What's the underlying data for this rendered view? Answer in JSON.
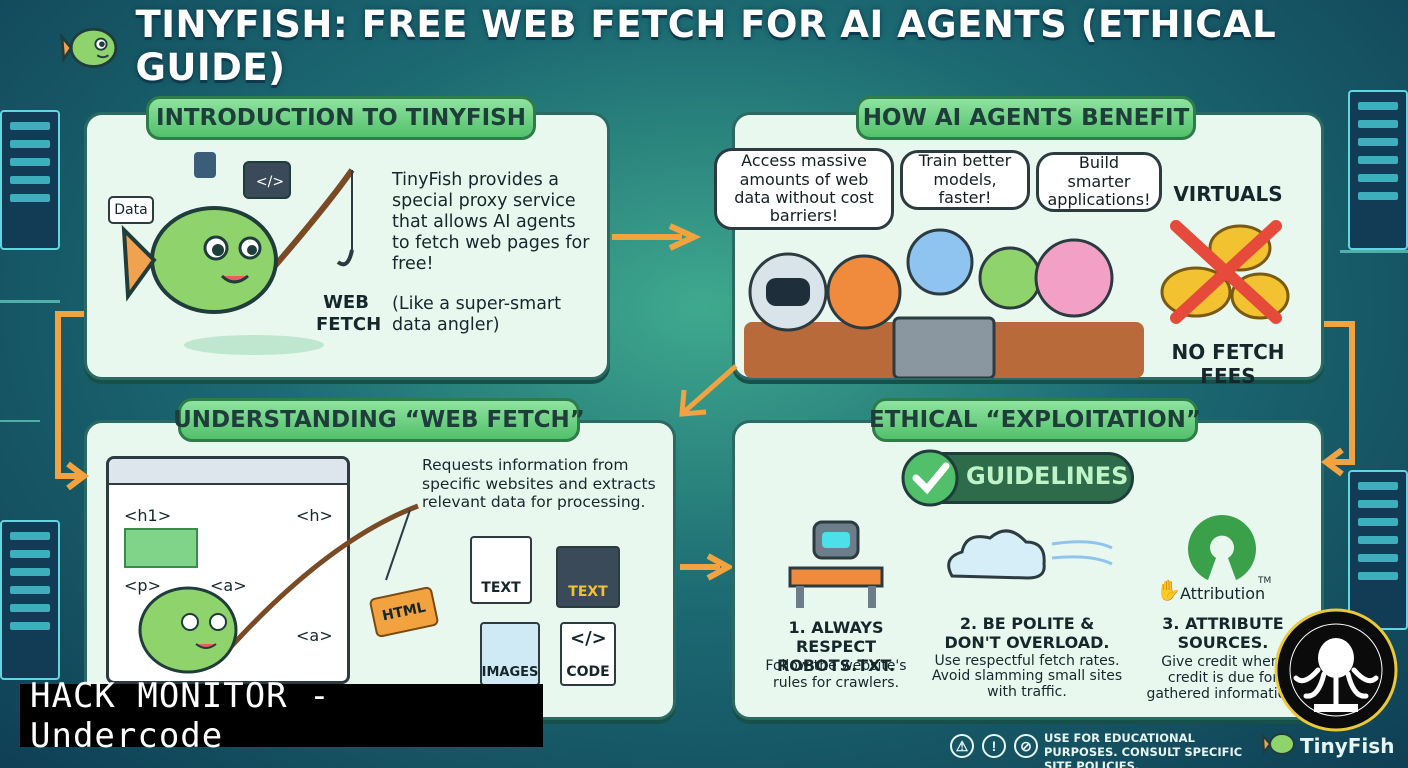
{
  "title": "TINYFISH: FREE WEB FETCH FOR AI AGENTS (ETHICAL GUIDE)",
  "panels": {
    "intro": {
      "header": "INTRODUCTION TO TINYFISH",
      "body": "TinyFish provides a special proxy service that allows AI agents to fetch web pages for free!",
      "note": "(Like a super-smart data angler)",
      "web_fetch": "WEB FETCH",
      "data_tag": "Data",
      "code_tag": "</>"
    },
    "benefit": {
      "header": "HOW AI AGENTS BENEFIT",
      "bubble1": "Access massive amounts of web data without cost barriers!",
      "bubble2": "Train better models, faster!",
      "bubble3": "Build smarter applications!",
      "virtuals": "VIRTUALS",
      "no_fees": "NO FETCH FEES"
    },
    "understanding": {
      "header": "UNDERSTANDING “WEB FETCH”",
      "body": "Requests information from specific websites and extracts relevant data for processing.",
      "tags": {
        "h1": "<h1>",
        "h": "<h>",
        "p": "<p>",
        "a1": "<a>",
        "a2": "<a>"
      },
      "items": {
        "html": "HTML",
        "text1": "TEXT",
        "text2": "TEXT",
        "images": "IMAGES",
        "code": "CODE",
        "code_glyph": "</>"
      }
    },
    "ethical": {
      "header": "ETHICAL “EXPLOITATION”",
      "guidelines": "GUIDELINES",
      "rule1_title": "1. ALWAYS RESPECT ROBOTS.TXT.",
      "rule1_body": "Follow the website's rules for crawlers.",
      "rule2_title": "2. BE POLITE & DON'T OVERLOAD.",
      "rule2_body": "Use respectful fetch rates. Avoid slamming small sites with traffic.",
      "rule3_title": "3. ATTRIBUTE SOURCES.",
      "rule3_body": "Give credit where credit is due for gathered information.",
      "attribution": "Attribution",
      "tm": "TM"
    }
  },
  "footer": {
    "disclaimer": "USE FOR EDUCATIONAL PURPOSES. CONSULT SPECIFIC SITE POLICIES.",
    "brand": "TinyFish",
    "icon_excl": "!"
  },
  "watermark": "HACK MONITOR - Undercode",
  "colors": {
    "accent_green": "#52c06b",
    "panel_bg": "#e9f8ef",
    "arrow_orange": "#f2a340"
  }
}
